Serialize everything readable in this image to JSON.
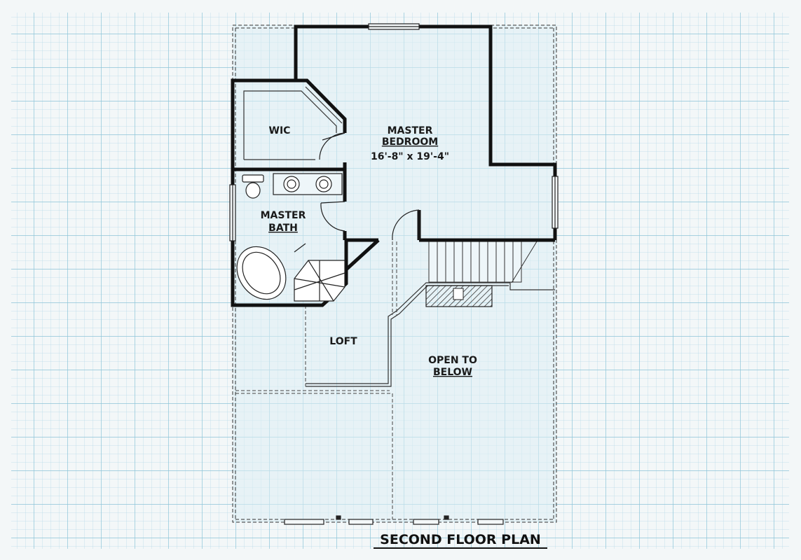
{
  "drawing": {
    "title": "SECOND FLOOR PLAN",
    "colors": {
      "paper": "#f3f7f8",
      "grid_minor": "#b9dbe7",
      "grid_major": "#8cc4d8",
      "floor": "#ddeef4",
      "wall": "#111111",
      "thin_line": "#333333"
    }
  },
  "rooms": {
    "wic": {
      "name": "WIC"
    },
    "master_bedroom": {
      "name_line1": "MASTER",
      "name_line2": "BEDROOM",
      "dimensions": "16'-8\" x 19'-4\""
    },
    "master_bath": {
      "name_line1": "MASTER",
      "name_line2": "BATH"
    },
    "loft": {
      "name": "LOFT"
    },
    "open_to_below": {
      "name_line1": "OPEN TO",
      "name_line2": "BELOW"
    }
  }
}
